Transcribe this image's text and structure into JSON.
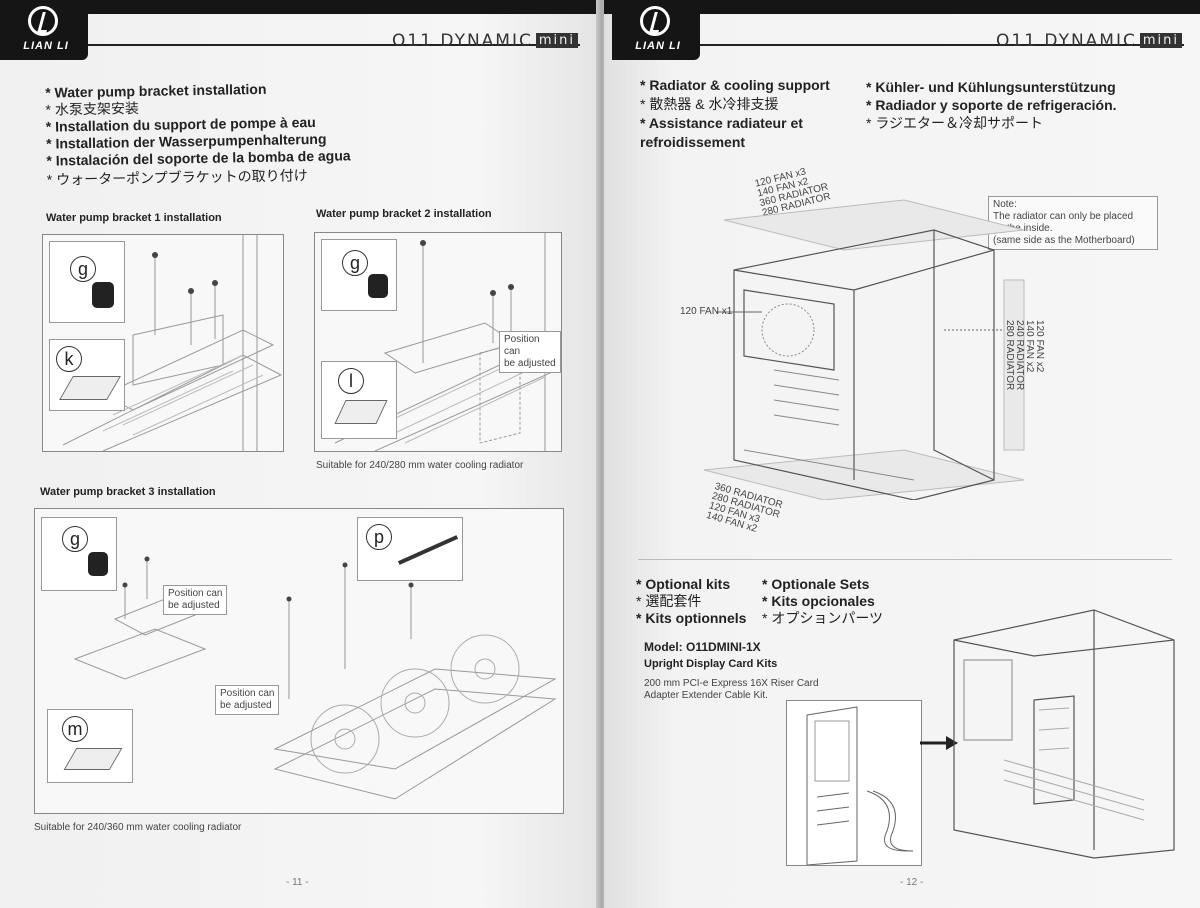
{
  "brand": {
    "logo_text": "LIAN LI",
    "model_name": "O11 DYNAMIC",
    "model_suffix": "mini"
  },
  "left_page": {
    "title_lines": [
      "* Water pump bracket installation",
      "* 水泵支架安装",
      "* Installation du support de pompe à eau",
      "* Installation der Wasserpumpenhalterung",
      "* Instalación del soporte de la bomba de agua",
      "* ウォーターポンプブラケットの取り付け"
    ],
    "bracket1": {
      "heading": "Water pump bracket 1 installation",
      "parts": [
        "g",
        "k"
      ]
    },
    "bracket2": {
      "heading": "Water pump bracket 2 installation",
      "parts": [
        "g",
        "l"
      ],
      "callout": [
        "Position can",
        "be adjusted"
      ],
      "caption": "Suitable for 240/280 mm water cooling radiator"
    },
    "bracket3": {
      "heading": "Water pump bracket 3 installation",
      "parts": [
        "g",
        "m",
        "p"
      ],
      "callout_a": [
        "Position can",
        "be adjusted"
      ],
      "callout_b": [
        "Position can",
        "be adjusted"
      ],
      "caption": "Suitable for 240/360 mm water cooling radiator"
    },
    "page_number": "- 11 -"
  },
  "right_page": {
    "title_col1": [
      "* Radiator & cooling support",
      "* 散熱器 & 水冷排支援",
      "* Assistance radiateur et",
      "refroidissement"
    ],
    "title_col2": [
      "* Kühler- und Kühlungsunterstützung",
      "* Radiador y soporte de refrigeración.",
      "* ラジエター＆冷却サポート"
    ],
    "top_labels": [
      "120 FAN x3",
      "140 FAN x2",
      "360 RADIATOR",
      "280 RADIATOR"
    ],
    "note": [
      "Note:",
      "The radiator can only be placed",
      "on the inside.",
      "(same side as the Motherboard)"
    ],
    "rear_label": "120 FAN x1",
    "side_labels": [
      "120 FAN x2",
      "140 FAN x2",
      "240 RADIATOR",
      "280 RADIATOR"
    ],
    "bottom_labels": [
      "360 RADIATOR",
      "280 RADIATOR",
      "120 FAN x3",
      "140 FAN x2"
    ],
    "optional_col1": [
      "* Optional kits",
      "* 選配套件",
      "* Kits optionnels"
    ],
    "optional_col2": [
      "* Optionale Sets",
      "* Kits opcionales",
      "* オプションパーツ"
    ],
    "model_line": "Model: O11DMINI-1X",
    "kit_name": "Upright Display Card Kits",
    "kit_desc": [
      "200 mm PCI-e Express 16X Riser Card",
      "Adapter Extender Cable Kit."
    ],
    "page_number": "- 12 -"
  }
}
